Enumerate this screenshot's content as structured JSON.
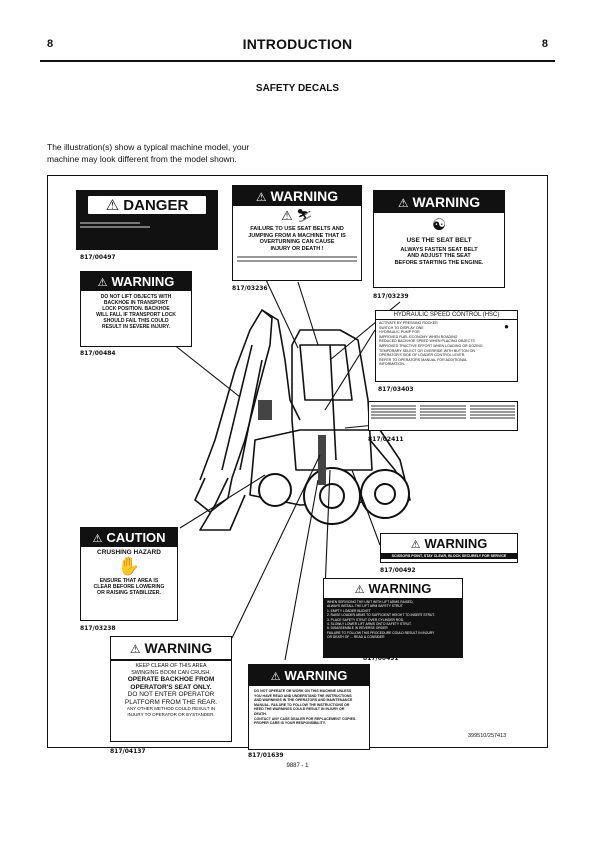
{
  "header": {
    "page_left": "8",
    "page_right": "8",
    "title": "INTRODUCTION"
  },
  "section_title": "SAFETY DECALS",
  "intro_text": [
    "The illustration(s) show a typical machine model, your",
    "machine may  look different from the model shown."
  ],
  "decals": {
    "danger": {
      "heading": "DANGER",
      "part": "817/00497"
    },
    "warning_seatbelts_rollover": {
      "heading": "WARNING",
      "lines": [
        "FAILURE TO USE SEAT BELTS AND",
        "JUMPING FROM A MACHINE THAT IS",
        "OVERTURNING CAN CAUSE",
        "INJURY OR DEATH !"
      ],
      "part": "817/03236"
    },
    "warning_seat_belt": {
      "heading": "WARNING",
      "title": "USE THE SEAT BELT",
      "lines": [
        "ALWAYS FASTEN SEAT BELT",
        "AND ADJUST THE SEAT",
        "BEFORE STARTING THE ENGINE."
      ],
      "part": "817/03239"
    },
    "warning_backhoe_lock": {
      "heading": "WARNING",
      "lines": [
        "DO NOT LIFT OBJECTS WITH",
        "BACKHOE IN TRANSPORT",
        "LOCK POSITION. BACKHOE",
        "WILL FALL IF TRANSPORT LOCK",
        "SHOULD FAIL THIS COULD",
        "RESULT IN SEVERE INJURY."
      ],
      "part": "817/00484"
    },
    "hydraulic_speed": {
      "title": "HYDRAULIC SPEED CONTROL (HSC)",
      "lines": [
        "ACTIVATE BY PRESSING ROCKER",
        "SWITCH TO DISPLAY ONE",
        "HYDRAULIC PUMP FOR",
        "IMPROVED FUEL ECONOMY WHEN ROADING",
        "REDUCED BACKHOE SPEED WHEN PLACING OBJECTS",
        "IMPROVED TRACTIVE EFFORT WHEN LOADING OR DOZING",
        "TEMPORARY SELECT OR OVERRIDE WITH BUTTON ON",
        "OPERATOR'S SIDE OF LOADER CONTROL LEVER.",
        "REFER TO OPERATORS MANUAL FOR ADDITIONAL",
        "INFORMATION."
      ],
      "part": "817/03403"
    },
    "controls": {
      "part": "817/02411"
    },
    "caution": {
      "heading": "CAUTION",
      "sub": "CRUSHING HAZARD",
      "lines": [
        "ENSURE THAT AREA IS",
        "CLEAR BEFORE LOWERING",
        "OR RAISING STABILIZER."
      ],
      "part": "817/03238"
    },
    "warning_scissors": {
      "heading": "WARNING",
      "line": "SCISSORS POINT, STAY CLEAR, BLOCK SECURELY FOR SERVICE",
      "part": "817/00492"
    },
    "warning_lift_arm": {
      "heading": "WARNING",
      "lines": [
        "WHEN SERVICING THE UNIT WITH LIFT ARMS RAISED,",
        "ALWAYS INSTALL THE LIFT ARM SAFETY STRUT.",
        "1. EMPTY LOADER BUCKET",
        "2. RAISE LOADER ARMS TO SUFFICIENT HEIGHT TO INSERT STRUT.",
        "3. PLACE SAFETY STRUT OVER CYLINDER ROD.",
        "4. SLOWLY LOWER LIFT ARMS ONTO SAFETY STRUT.",
        "5. DISASSEMBLE IN REVERSE ORDER",
        "FAILURE TO FOLLOW THIS PROCEDURE COULD RESULT IN INJURY",
        "OR DEATH OF ... READ & CONSIDER"
      ],
      "part": "817/00491"
    },
    "warning_swing": {
      "heading": "WARNING",
      "lines": [
        "KEEP CLEAR OF THIS AREA",
        "SWINGING BOOM CAN CRUSH.",
        "OPERATE BACKHOE FROM",
        "OPERATOR'S SEAT ONLY.",
        "DO NOT ENTER OPERATOR",
        "PLATFORM FROM THE REAR.",
        "ANY OTHER METHOD COULD RESULT IN",
        "INJURY TO OPERATOR OR BYSTANDER."
      ],
      "part": "817/04137"
    },
    "warning_manual": {
      "heading": "WARNING",
      "lines": [
        "DO NOT OPERATE OR WORK ON THIS MACHINE UNLESS",
        "YOU HAVE READ AND UNDERSTAND THE INSTRUCTIONS",
        "AND WARNINGS IN THE OPERATORS AND MAINTENANCE",
        "MANUAL. FAILURE TO FOLLOW THE INSTRUCTIONS OR",
        "HEED THE WARNINGS COULD RESULT IN INJURY OR",
        "DEATH.",
        "CONTACT ANY CASE DEALER FOR REPLACEMENT COPIES.",
        "PROPER CARE IS YOUR RESPONSIBILITY."
      ],
      "part": "817/01639"
    }
  },
  "figure_ref": "399510/257413",
  "footer": "9887 - 1"
}
